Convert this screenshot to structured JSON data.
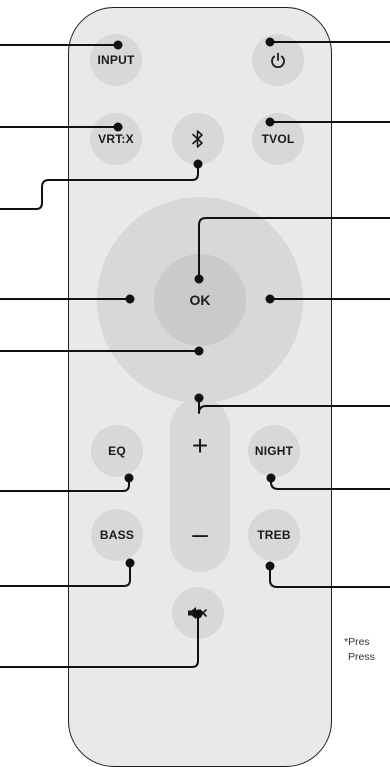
{
  "buttons": {
    "input": "INPUT",
    "vrtx": "VRT:X",
    "tvol": "TVOL",
    "ok": "OK",
    "eq": "EQ",
    "night": "NIGHT",
    "bass": "BASS",
    "treb": "TREB",
    "volume_plus": "+",
    "volume_minus": "–"
  },
  "icons": {
    "power": "power-icon",
    "bluetooth": "bluetooth-icon",
    "mute": "mute-icon"
  },
  "footnote": {
    "line1": "*Pres",
    "line2": "Press"
  },
  "colors": {
    "remote_body": "#e9e9e9",
    "button": "#d8d8d8",
    "ok_button": "#cacaca",
    "leader_line": "#111111"
  }
}
